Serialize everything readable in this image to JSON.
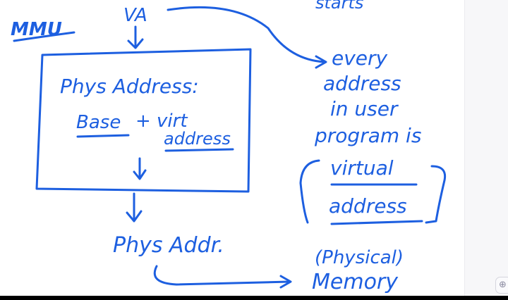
{
  "notes": {
    "top_fragment": "starts",
    "mmu": "MMU",
    "va": "VA",
    "phys_address_label": "Phys Address:",
    "base": "Base",
    "plus_virt": "+ virt",
    "address": "address",
    "phys_addr": "Phys Addr.",
    "every": "every",
    "address2": "address",
    "in_user": "in user",
    "program_is": "program is",
    "virtual": "virtual",
    "address3": "address",
    "physical": "(Physical)",
    "memory": "Memory"
  },
  "controls": {
    "zoom_icon": "zoom-in-icon",
    "zoom_symbol": "⊕"
  },
  "colors": {
    "ink": "#1d5fe0"
  }
}
